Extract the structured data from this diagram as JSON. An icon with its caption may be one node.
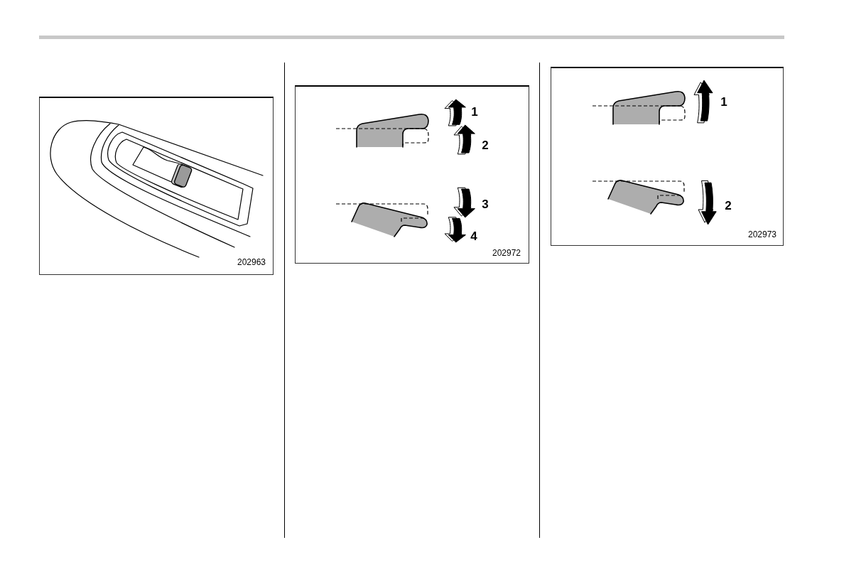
{
  "diagram": {
    "labels": [
      "202963",
      "1",
      "2",
      "3",
      "4",
      "202972",
      "1",
      "2",
      "202973"
    ]
  }
}
